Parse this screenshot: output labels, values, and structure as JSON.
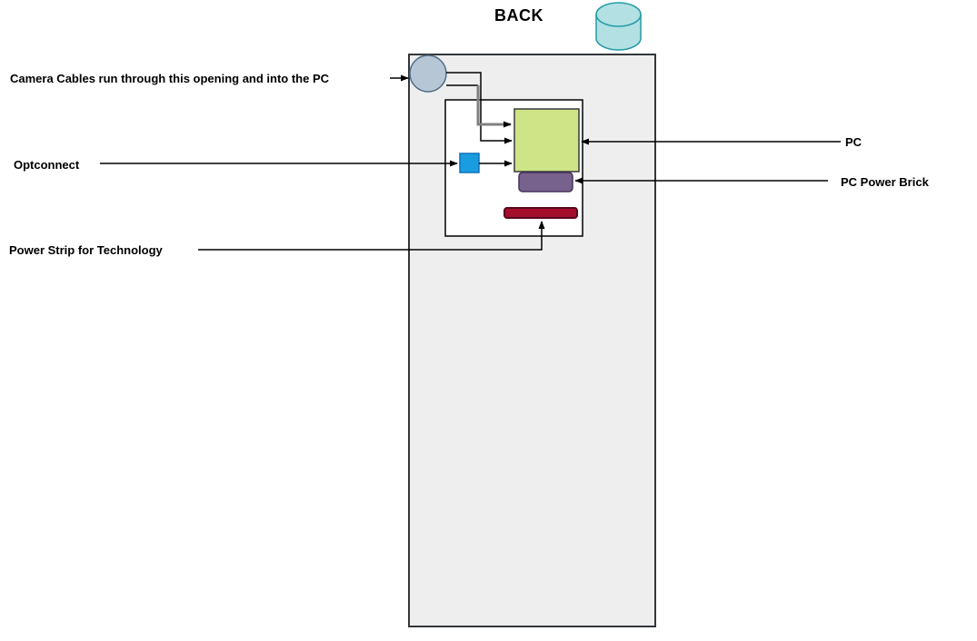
{
  "title": "BACK",
  "labels": {
    "camera_cables": "Camera Cables run through this opening and into the PC",
    "optconnect": "Optconnect",
    "power_strip": "Power Strip for Technology",
    "pc": "PC",
    "pc_power_brick": "PC Power Brick"
  },
  "colors": {
    "cabinet_fill": "#eeeeee",
    "cabinet_stroke": "#33363a",
    "inner_box_fill": "#ffffff",
    "inner_box_stroke": "#000000",
    "opening_fill": "#b7c6d5",
    "opening_stroke": "#4d6c85",
    "cylinder_fill": "#b2e0e3",
    "cylinder_stroke": "#239ba6",
    "pc_fill": "#cee487",
    "pc_stroke": "#37393b",
    "power_brick_fill": "#77618d",
    "power_brick_stroke": "#46325c",
    "optconnect_fill": "#1a9de0",
    "optconnect_stroke": "#0d72b9",
    "power_strip_fill": "#a50d2d",
    "power_strip_stroke": "#56091c",
    "connector": "#000000",
    "connector_gray": "#808080"
  }
}
